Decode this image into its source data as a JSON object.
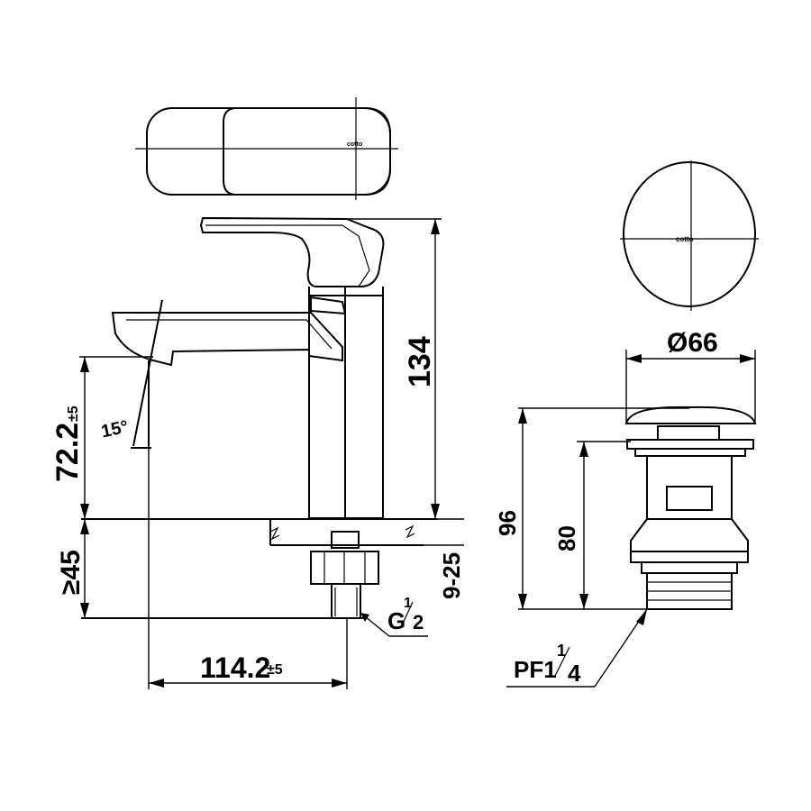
{
  "faucet": {
    "height": "134",
    "spout_height": "72.2",
    "spout_height_tol": "±5",
    "spout_angle": "15°",
    "deck_min": "≥45",
    "deck_range": "9-25",
    "thread": "G",
    "thread_frac_num": "1",
    "thread_frac_den": "2",
    "reach": "114.2",
    "reach_tol": "±5",
    "logo": "cotto"
  },
  "drain": {
    "diameter": "Ø66",
    "height_total": "96",
    "height_body": "80",
    "thread": "PF1",
    "thread_frac_num": "1",
    "thread_frac_den": "4",
    "logo": "cotto"
  }
}
